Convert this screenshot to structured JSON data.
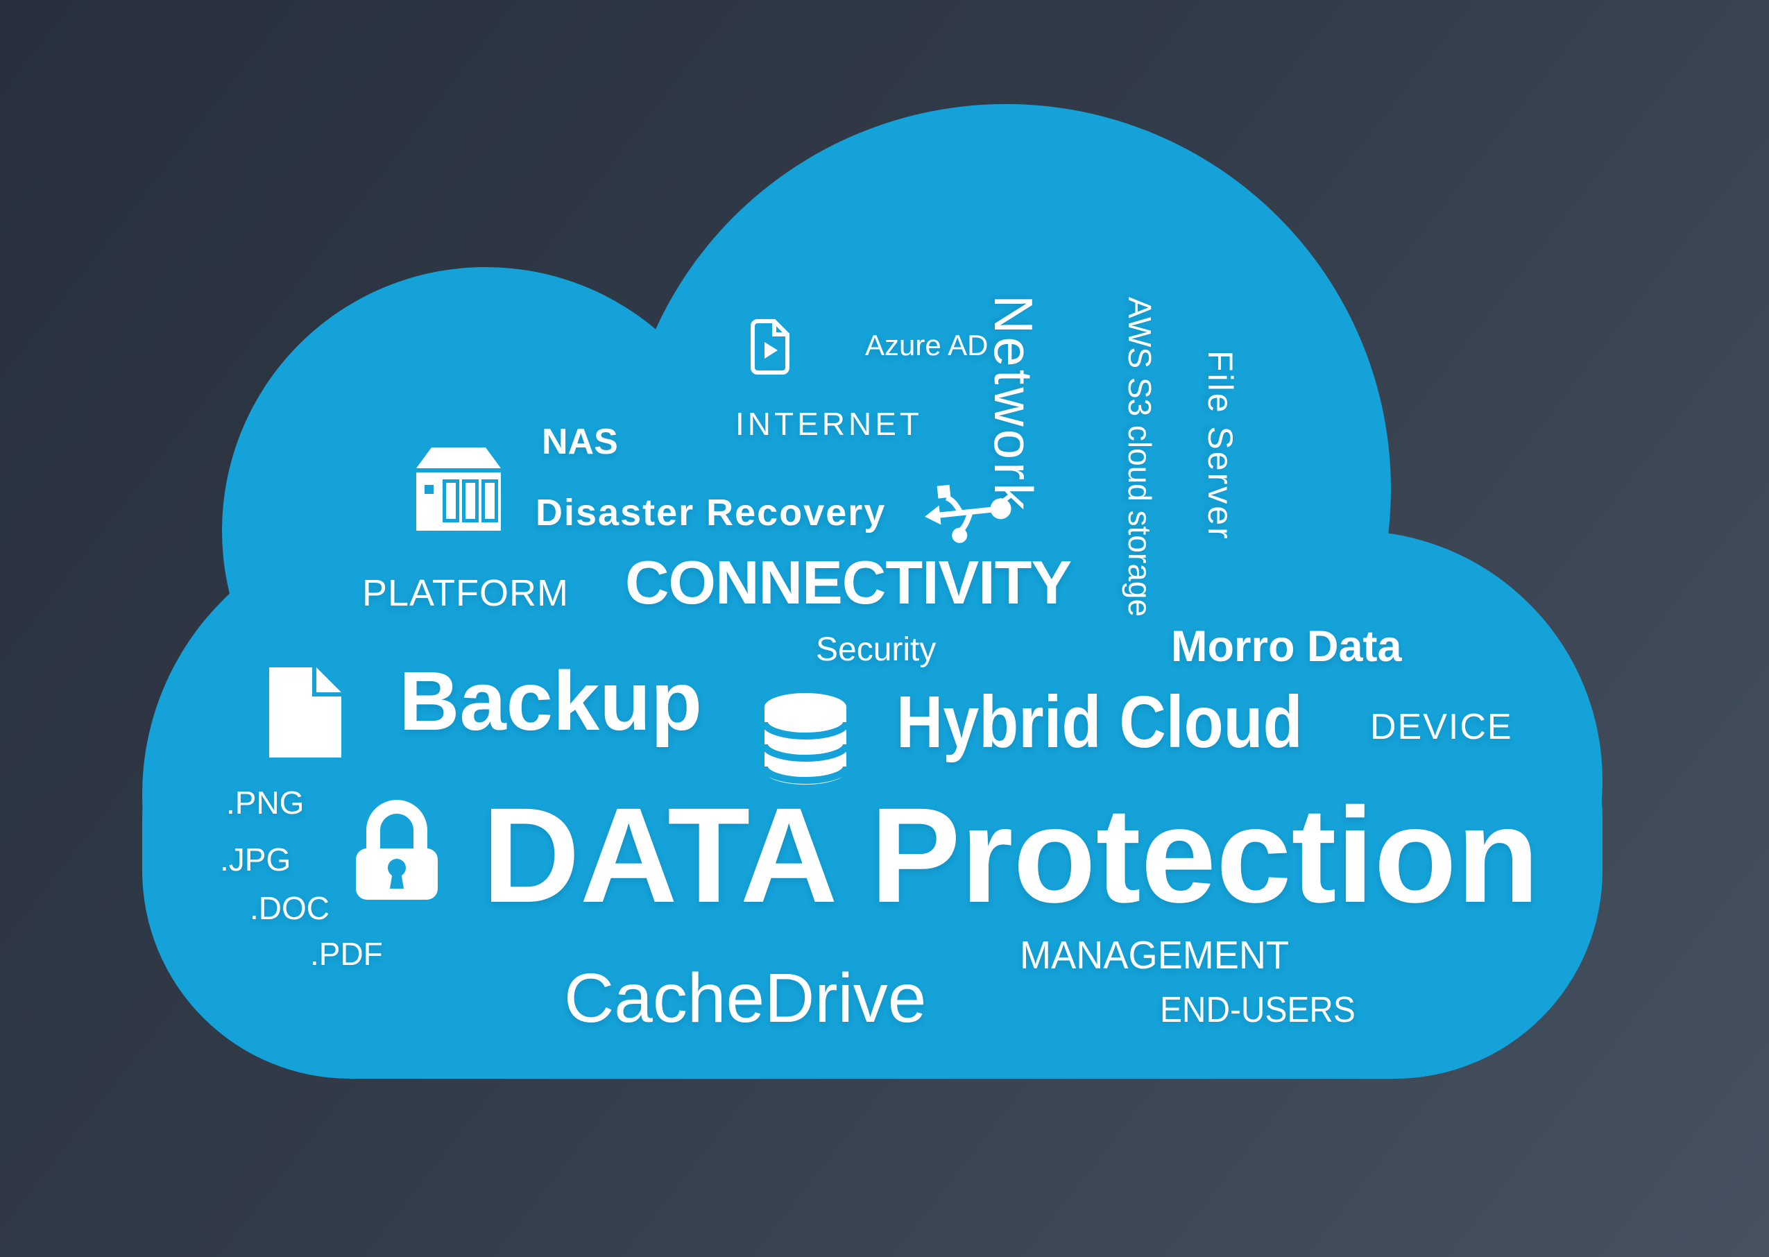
{
  "title": "DATA Protection cloud word collage",
  "colors": {
    "background_top_left": "#28303d",
    "background_bottom_right": "#475261",
    "cloud": "#14a2d8",
    "text": "#ffffff"
  },
  "words": {
    "azure_ad": {
      "text": "Azure AD"
    },
    "internet": {
      "text": "INTERNET"
    },
    "network": {
      "text": "Network"
    },
    "aws_s3": {
      "text": "AWS S3 cloud storage"
    },
    "file_server": {
      "text": "File Server"
    },
    "nas": {
      "text": "NAS"
    },
    "disaster_recovery": {
      "text": "Disaster Recovery"
    },
    "platform": {
      "text": "PLATFORM"
    },
    "connectivity": {
      "text": "CONNECTIVITY"
    },
    "security": {
      "text": "Security"
    },
    "morro_data": {
      "text": "Morro Data"
    },
    "backup": {
      "text": "Backup"
    },
    "hybrid_cloud": {
      "text": "Hybrid Cloud"
    },
    "device": {
      "text": "DEVICE"
    },
    "png": {
      "text": ".PNG"
    },
    "jpg": {
      "text": ".JPG"
    },
    "doc": {
      "text": ".DOC"
    },
    "pdf": {
      "text": ".PDF"
    },
    "data_protection": {
      "text": "DATA Protection"
    },
    "management": {
      "text": "MANAGEMENT"
    },
    "cachedrive": {
      "text": "CacheDrive"
    },
    "end_users": {
      "text": "END-USERS"
    }
  },
  "icons": [
    "file-video-icon",
    "nas-server-icon",
    "usb-icon",
    "database-icon",
    "document-icon",
    "lock-icon"
  ]
}
